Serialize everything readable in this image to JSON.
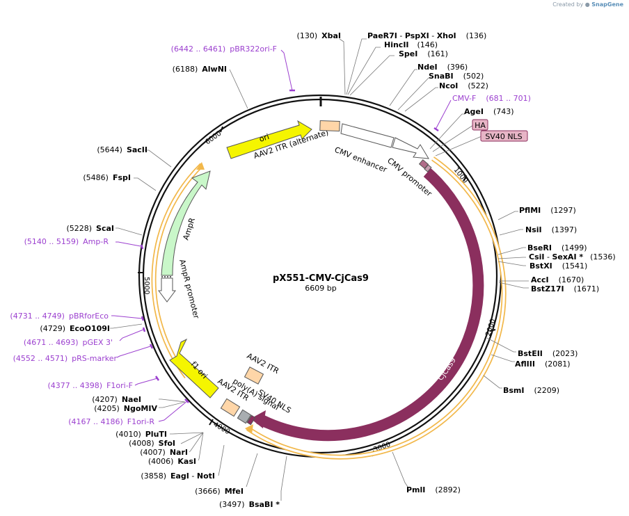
{
  "app": {
    "credit_prefix": "Created by",
    "credit_brand": "SnapGene"
  },
  "plasmid": {
    "name": "pX551-CMV-CjCas9",
    "length_label": "6609 bp"
  },
  "ticks": [
    "1000",
    "2000",
    "3000",
    "4000",
    "5000",
    "6000"
  ],
  "features": {
    "ori": "ori",
    "aav2_itr_alt": "AAV2 ITR (alternate)",
    "cmv_enhancer": "CMV enhancer",
    "cmv_promoter": "CMV promoter",
    "cjcas9": "CjCas9",
    "ha": "HA",
    "sv40_nls_box": "SV40 NLS",
    "ampr": "AmpR",
    "ampr_promoter": "AmpR promoter",
    "f1_ori": "f1 ori",
    "aav2_itr": "AAV2 ITR",
    "aav2_itr_2": "AAV2 ITR",
    "polya": "poly(A) signal",
    "sv40_nls": "SV40 NLS"
  },
  "sites": [
    {
      "name": "XbaI",
      "pos": "(130)"
    },
    {
      "name": "PaeR7I",
      "sep1": " - ",
      "name2": "PspXI",
      "sep2": " - ",
      "name3": "XhoI",
      "pos": "(136)"
    },
    {
      "name": "HincII",
      "pos": "(146)"
    },
    {
      "name": "SpeI",
      "pos": "(161)"
    },
    {
      "name": "NdeI",
      "pos": "(396)"
    },
    {
      "name": "SnaBI",
      "pos": "(502)"
    },
    {
      "name": "NcoI",
      "pos": "(522)"
    },
    {
      "name": "AgeI",
      "pos": "(743)"
    },
    {
      "name": "PflMI",
      "pos": "(1297)"
    },
    {
      "name": "NsiI",
      "pos": "(1397)"
    },
    {
      "name": "BseRI",
      "pos": "(1499)"
    },
    {
      "name": "CsiI",
      "sep1": " - ",
      "name2": "SexAI *",
      "pos": "(1536)"
    },
    {
      "name": "BstXI",
      "pos": "(1541)"
    },
    {
      "name": "AccI",
      "pos": "(1670)"
    },
    {
      "name": "BstZ17I",
      "pos": "(1671)"
    },
    {
      "name": "BstEII",
      "pos": "(2023)"
    },
    {
      "name": "AflIII",
      "pos": "(2081)"
    },
    {
      "name": "BsmI",
      "pos": "(2209)"
    },
    {
      "name": "PmlI",
      "pos": "(2892)"
    },
    {
      "name": "BsaBI *",
      "pos": "(3497)"
    },
    {
      "name": "MfeI",
      "pos": "(3666)"
    },
    {
      "name": "EagI",
      "sep1": " - ",
      "name2": "NotI",
      "pos": "(3858)"
    },
    {
      "name": "KasI",
      "pos": "(4006)"
    },
    {
      "name": "NarI",
      "pos": "(4007)"
    },
    {
      "name": "SfoI",
      "pos": "(4008)"
    },
    {
      "name": "PluTI",
      "pos": "(4010)"
    },
    {
      "name": "NgoMIV",
      "pos": "(4205)"
    },
    {
      "name": "NaeI",
      "pos": "(4207)"
    },
    {
      "name": "EcoO109I",
      "pos": "(4729)"
    },
    {
      "name": "ScaI",
      "pos": "(5228)"
    },
    {
      "name": "FspI",
      "pos": "(5486)"
    },
    {
      "name": "SacII",
      "pos": "(5644)"
    },
    {
      "name": "AlwNI",
      "pos": "(6188)"
    }
  ],
  "primers": [
    {
      "name": "pBR322ori-F",
      "range": "(6442 .. 6461)"
    },
    {
      "name": "CMV-F",
      "range": "(681 .. 701)"
    },
    {
      "name": "Amp-R",
      "range": "(5140 .. 5159)"
    },
    {
      "name": "pBRforEco",
      "range": "(4731 .. 4749)"
    },
    {
      "name": "pGEX 3'",
      "range": "(4671 .. 4693)"
    },
    {
      "name": "pRS-marker",
      "range": "(4552 .. 4571)"
    },
    {
      "name": "F1ori-F",
      "range": "(4377 .. 4398)"
    },
    {
      "name": "F1ori-R",
      "range": "(4167 .. 4186)"
    }
  ],
  "colors": {
    "backbone": "#111111",
    "cjcas9": "#8b2f5e",
    "orf_halo": "#f2b84b",
    "ori": "#f5f500",
    "ampr": "#c9f7c9",
    "itr": "#ffd6a8",
    "primer": "#9b3fcf",
    "tag": "#e7b5c6"
  }
}
